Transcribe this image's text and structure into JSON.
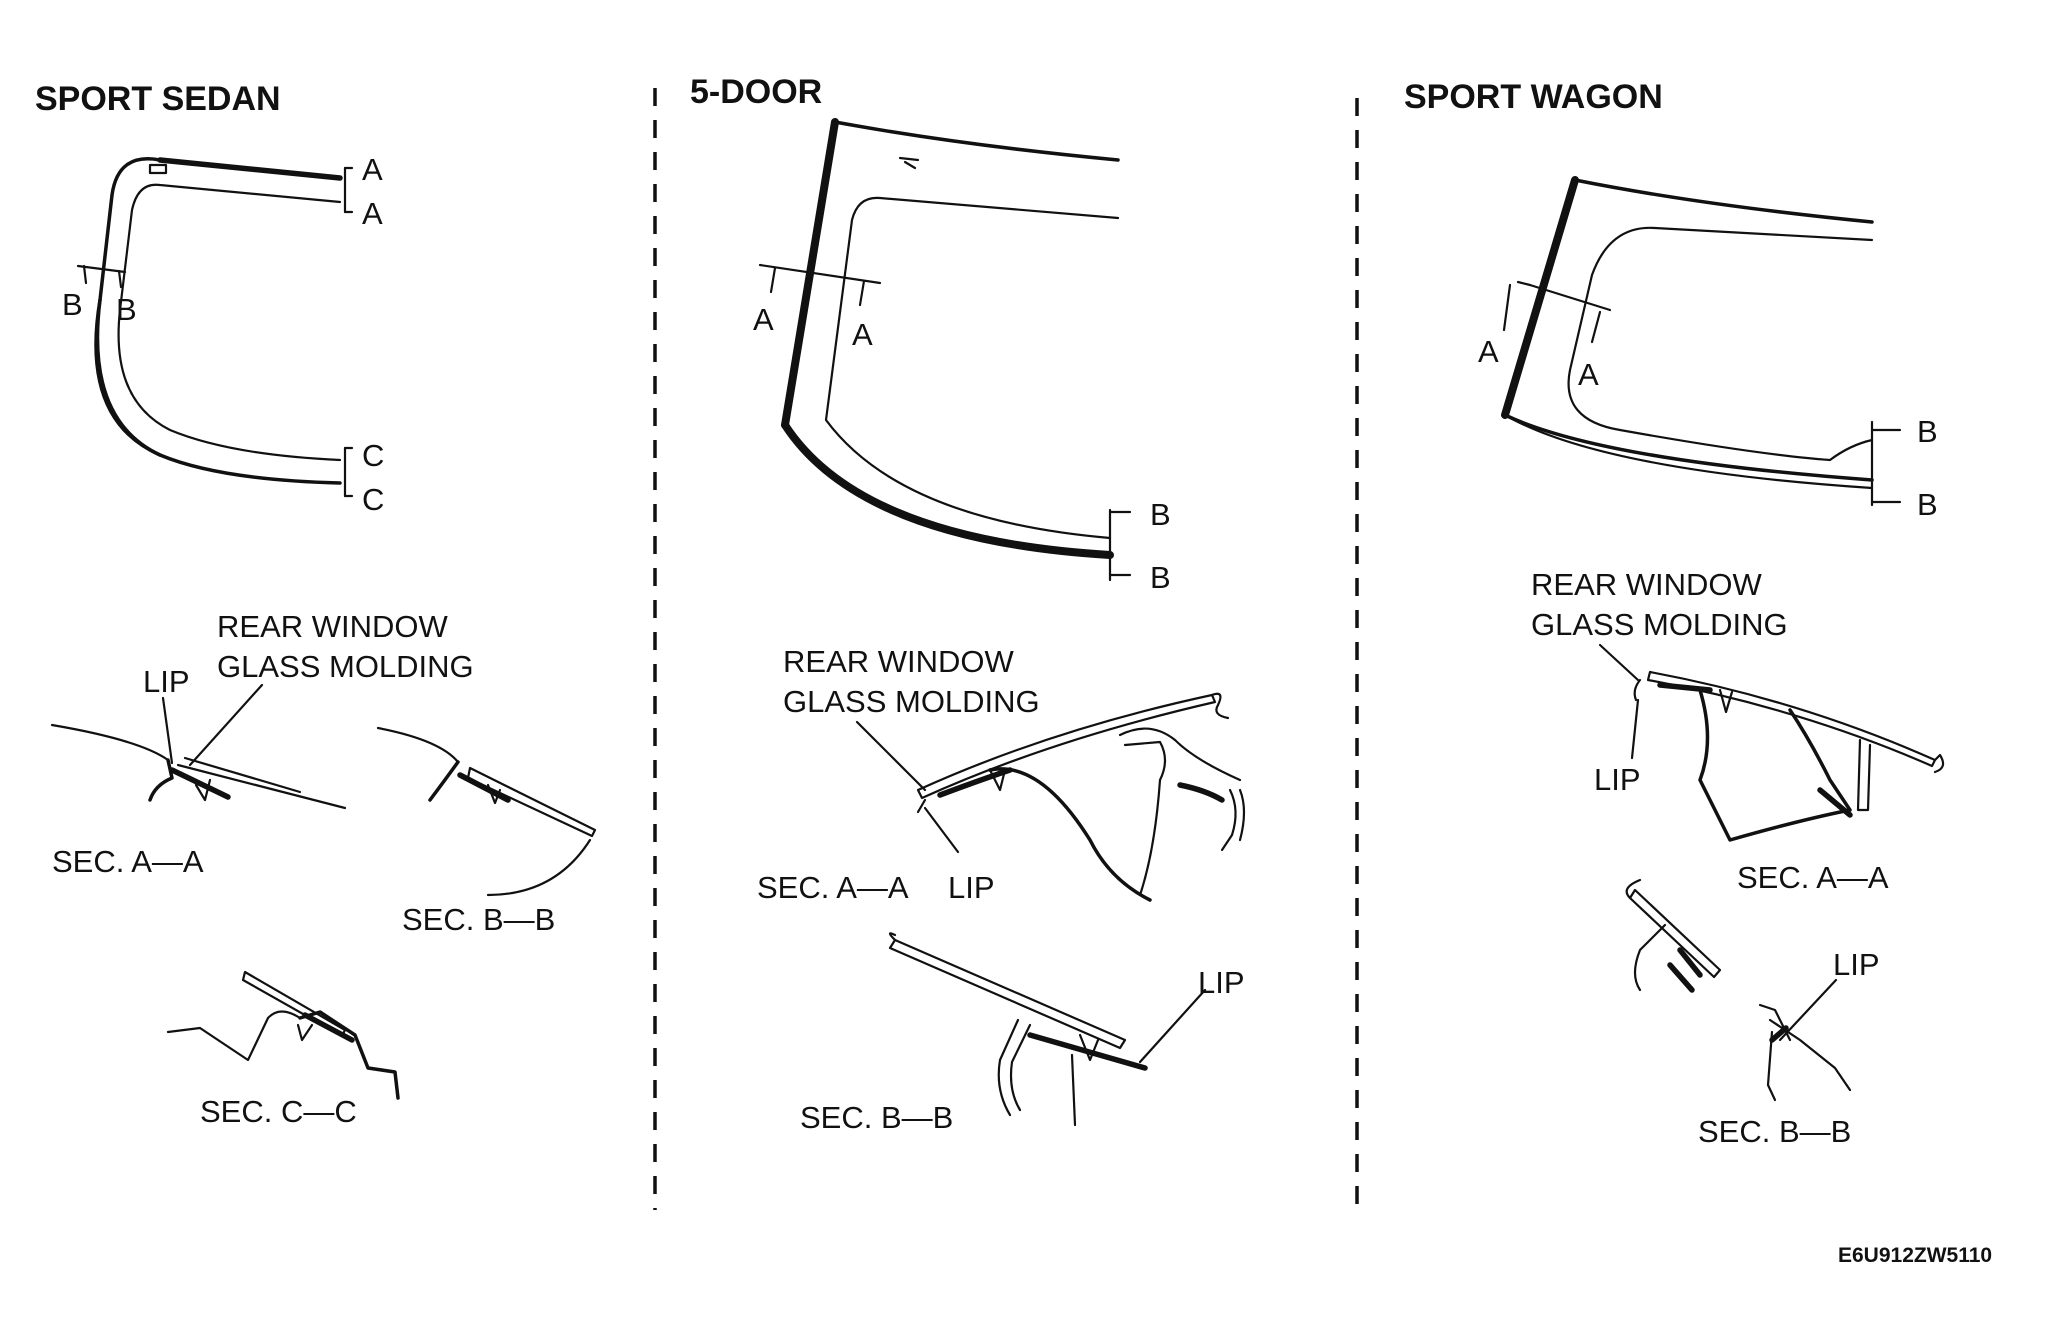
{
  "panels": [
    {
      "title": "SPORT SEDAN",
      "section_marks": {
        "a_top": "A",
        "a_bottom": "A",
        "b_left": "B",
        "b_right": "B",
        "c_top": "C",
        "c_bottom": "C"
      },
      "molding_label_line1": "REAR WINDOW",
      "molding_label_line2": "GLASS MOLDING",
      "lip_label": "LIP",
      "sections": [
        "SEC. A—A",
        "SEC. B—B",
        "SEC. C—C"
      ]
    },
    {
      "title": "5-DOOR",
      "section_marks": {
        "a_left": "A",
        "a_right": "A",
        "b_top": "B",
        "b_bottom": "B"
      },
      "molding_label_line1": "REAR WINDOW",
      "molding_label_line2": "GLASS MOLDING",
      "lip_label_a": "LIP",
      "lip_label_b": "LIP",
      "sections": [
        "SEC. A—A",
        "SEC. B—B"
      ]
    },
    {
      "title": "SPORT WAGON",
      "section_marks": {
        "a_left": "A",
        "a_right": "A",
        "b_top": "B",
        "b_bottom": "B"
      },
      "molding_label_line1": "REAR WINDOW",
      "molding_label_line2": "GLASS MOLDING",
      "lip_label_a": "LIP",
      "lip_label_b": "LIP",
      "sections": [
        "SEC. A—A",
        "SEC. B—B"
      ]
    }
  ],
  "figure_code": "E6U912ZW5110"
}
